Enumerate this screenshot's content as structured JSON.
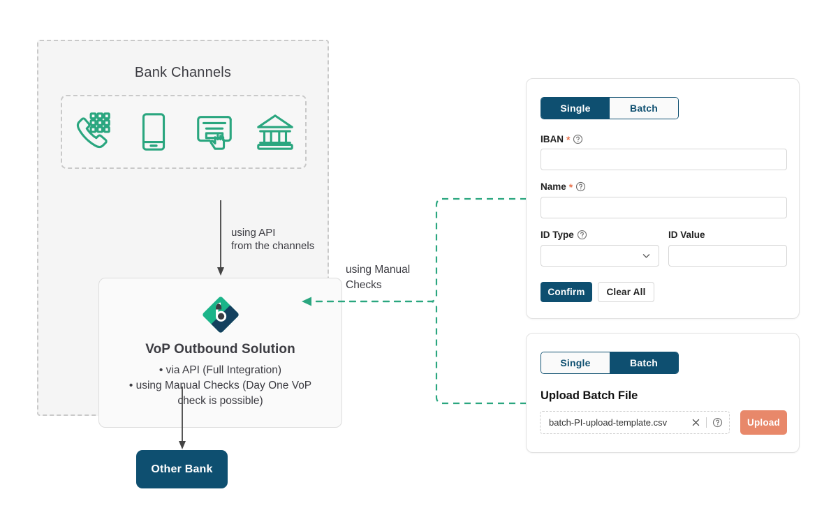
{
  "left_panel": {
    "title": "Bank Channels",
    "channels": [
      {
        "name": "phone-banking-icon",
        "label": "Phone Banking"
      },
      {
        "name": "mobile-banking-icon",
        "label": "Mobile Banking"
      },
      {
        "name": "online-banking-icon",
        "label": "Online Banking"
      },
      {
        "name": "branch-banking-icon",
        "label": "Branch"
      }
    ],
    "api_label_line1": "using API",
    "api_label_line2": "from the channels",
    "vop": {
      "title": "VoP Outbound Solution",
      "bullets": [
        "• via API (Full Integration)",
        "• using Manual Checks (Day One VoP",
        "check is possible)"
      ]
    },
    "other_bank": "Other Bank"
  },
  "connector": {
    "manual_label_line1": "using Manual",
    "manual_label_line2": "Checks",
    "color": "#2aa67f"
  },
  "single_card": {
    "tabs": [
      {
        "label": "Single",
        "active": true
      },
      {
        "label": "Batch",
        "active": false
      }
    ],
    "fields": [
      {
        "label": "IBAN",
        "required": true,
        "help": true,
        "value": ""
      },
      {
        "label": "Name",
        "required": true,
        "help": true,
        "value": ""
      },
      {
        "label": "ID Type",
        "required": false,
        "help": true,
        "value": "",
        "type": "select"
      },
      {
        "label": "ID Value",
        "required": false,
        "help": false,
        "value": ""
      }
    ],
    "confirm_label": "Confirm",
    "clear_label": "Clear All"
  },
  "batch_card": {
    "tabs": [
      {
        "label": "Single",
        "active": false
      },
      {
        "label": "Batch",
        "active": true
      }
    ],
    "heading": "Upload Batch File",
    "file_name": "batch-PI-upload-template.csv",
    "upload_label": "Upload"
  },
  "colors": {
    "navy": "#0e4f70",
    "green": "#2aa67f",
    "coral": "#e8886a",
    "panel_bg": "#f5f5f5",
    "dashed_gray": "#c9c9c9"
  }
}
